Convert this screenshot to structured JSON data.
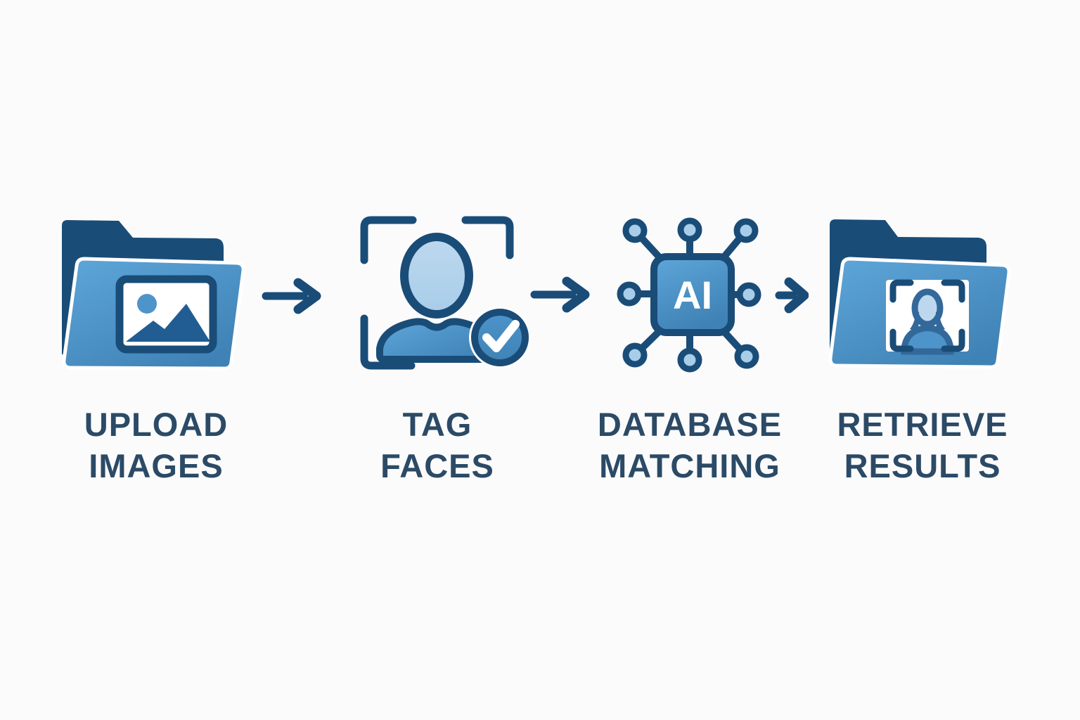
{
  "colors": {
    "background": "#fbfbfc",
    "navy": "#1a4c78",
    "text": "#2b4a66",
    "blue": "#4d94ca",
    "blue_dark": "#3f82b6",
    "blue_soft": "#5ea6d9",
    "blue_light": "#a8cde9",
    "blue_pale": "#bdd8ee",
    "steel": "#33689a",
    "mountain": "#215d92",
    "white": "#ffffff"
  },
  "steps": [
    {
      "name": "upload-images",
      "icon": "folder-image-icon",
      "label": [
        "UPLOAD",
        "IMAGES"
      ]
    },
    {
      "name": "tag-faces",
      "icon": "face-scan-check-icon",
      "label": [
        "TAG",
        "FACES"
      ]
    },
    {
      "name": "database-matching",
      "icon": "ai-chip-icon",
      "chip_label": "AI",
      "label": [
        "DATABASE",
        "MATCHING"
      ]
    },
    {
      "name": "retrieve-results",
      "icon": "folder-face-icon",
      "label": [
        "RETRIEVE",
        "RESULTS"
      ]
    }
  ],
  "connectors": [
    {
      "type": "arrow-right"
    },
    {
      "type": "arrow-right"
    },
    {
      "type": "arrow-right-short"
    }
  ]
}
